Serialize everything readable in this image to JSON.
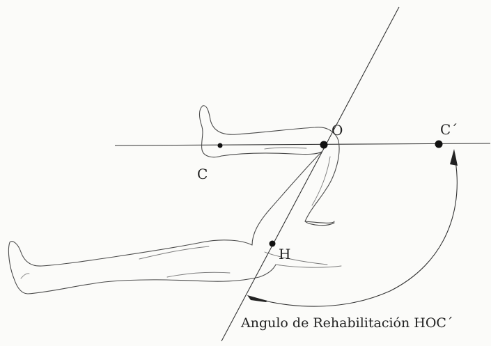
{
  "points": {
    "O": "O",
    "C": "C",
    "C_prime": "C´",
    "H": "H"
  },
  "caption": "Angulo de Rehabilitación HOC´"
}
